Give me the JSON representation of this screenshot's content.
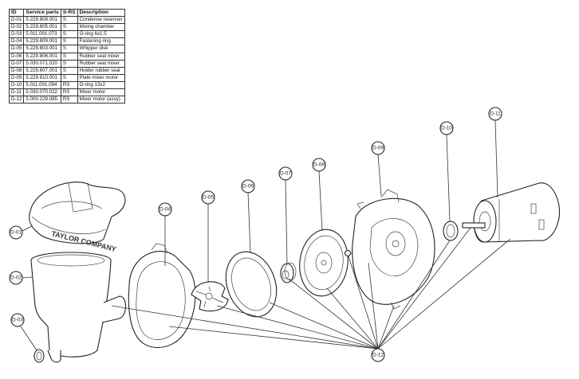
{
  "table": {
    "headers": {
      "id": "ID",
      "service_parts": "Service parts",
      "srs": "S-RS",
      "description": "Description"
    },
    "rows": [
      {
        "id": "D-01",
        "service_part": "5.229.808.001",
        "srs": "S",
        "description": "Condense reservoir"
      },
      {
        "id": "D-02",
        "service_part": "5.229.805.001",
        "srs": "S",
        "description": "Mixing chamber"
      },
      {
        "id": "D-03",
        "service_part": "5.011.001.073",
        "srs": "S",
        "description": "O-ring 6x1.5"
      },
      {
        "id": "D-04",
        "service_part": "5.229.809.001",
        "srs": "S",
        "description": "Fastening ring"
      },
      {
        "id": "D-05",
        "service_part": "5.229.803.001",
        "srs": "S",
        "description": "Whipper disk"
      },
      {
        "id": "D-06",
        "service_part": "5.229.806.001",
        "srs": "S",
        "description": "Rubber seal mixer"
      },
      {
        "id": "D-07",
        "service_part": "5.030.071.020",
        "srs": "S",
        "description": "Rubber seal mixer"
      },
      {
        "id": "D-08",
        "service_part": "5.229.807.001",
        "srs": "S",
        "description": "Holder rubber seal"
      },
      {
        "id": "D-09",
        "service_part": "5.229.810.001",
        "srs": "S",
        "description": "Plate mixer motor"
      },
      {
        "id": "D-10",
        "service_part": "5.011.001.094",
        "srs": "RS",
        "description": "O-ring 13x2"
      },
      {
        "id": "D-11",
        "service_part": "5.030.070.022",
        "srs": "RS",
        "description": "Mixer motor"
      },
      {
        "id": "D-12",
        "service_part": "5.000.229.085",
        "srs": "RS",
        "description": "Mixer motor (assy)"
      }
    ]
  },
  "callouts": {
    "d01": "D-01",
    "d02": "D-02",
    "d03": "D-03",
    "d04": "D-04",
    "d05": "D-05",
    "d06": "D-06",
    "d07": "D-07",
    "d08": "D-08",
    "d09": "D-09",
    "d10": "D-10",
    "d11": "D-11",
    "d12": "D-12"
  },
  "reservoir_logo": "TAYLOR COMPANY"
}
